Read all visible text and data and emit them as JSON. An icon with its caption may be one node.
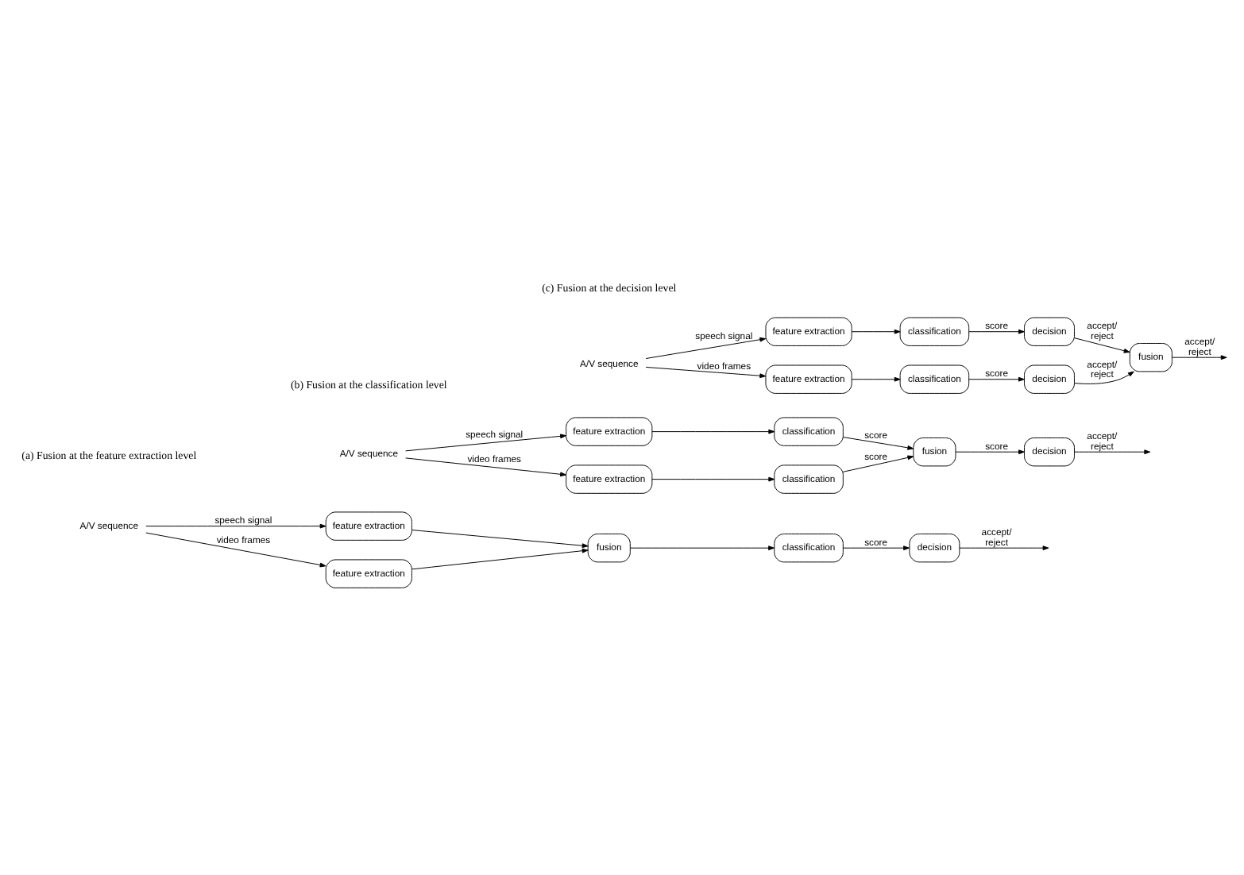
{
  "diagram": {
    "nodes": [
      {
        "text": [
          "A/V sequence"
        ]
      },
      {
        "text": [
          "feature extraction"
        ]
      },
      {
        "text": [
          "feature extraction"
        ]
      },
      {
        "text": [
          "fusion"
        ]
      },
      {
        "text": [
          "classification"
        ]
      },
      {
        "text": [
          "decision"
        ]
      },
      {
        "text": [
          "A/V sequence"
        ]
      },
      {
        "text": [
          "feature extraction"
        ]
      },
      {
        "text": [
          "feature extraction"
        ]
      },
      {
        "text": [
          "classification"
        ]
      },
      {
        "text": [
          "classification"
        ]
      },
      {
        "text": [
          "fusion"
        ]
      },
      {
        "text": [
          "decision"
        ]
      },
      {
        "text": [
          "A/V sequence"
        ]
      },
      {
        "text": [
          "feature extraction"
        ]
      },
      {
        "text": [
          "feature extraction"
        ]
      },
      {
        "text": [
          "classification"
        ]
      },
      {
        "text": [
          "classification"
        ]
      },
      {
        "text": [
          "decision"
        ]
      },
      {
        "text": [
          "decision"
        ]
      },
      {
        "text": [
          "fusion"
        ]
      }
    ],
    "edges": [
      {
        "from": 0,
        "to": 1,
        "arrow": "to",
        "label": "video frames"
      },
      {
        "from": 0,
        "to": 2,
        "arrow": "to",
        "label": "speech signal"
      },
      {
        "from": 1,
        "to": 3,
        "arrow": "to"
      },
      {
        "from": 2,
        "to": 3,
        "arrow": "to"
      },
      {
        "from": 3,
        "to": 4,
        "arrow": "to"
      },
      {
        "from": 4,
        "to": 5,
        "arrow": "to",
        "label": "score"
      },
      {
        "from": 5,
        "to": null,
        "arrow": "to",
        "label": "accept/ reject"
      },
      {
        "from": 6,
        "to": 7,
        "arrow": "to",
        "label": "video frames"
      },
      {
        "from": 6,
        "to": 8,
        "arrow": "to",
        "label": "speech signal"
      },
      {
        "from": 7,
        "to": 9,
        "arrow": "to"
      },
      {
        "from": 8,
        "to": 10,
        "arrow": "to"
      },
      {
        "from": 9,
        "to": 11,
        "arrow": "to",
        "label": "score"
      },
      {
        "from": 10,
        "to": 11,
        "arrow": "to",
        "label": "score"
      },
      {
        "from": 11,
        "to": 12,
        "arrow": "to",
        "label": "score"
      },
      {
        "from": 12,
        "to": null,
        "arrow": "to",
        "label": "accept/ reject"
      },
      {
        "from": 13,
        "to": 14,
        "arrow": "to",
        "label": "video frames"
      },
      {
        "from": 13,
        "to": 15,
        "arrow": "to",
        "label": "speech signal"
      },
      {
        "from": 14,
        "to": 16,
        "arrow": "to"
      },
      {
        "from": 15,
        "to": 17,
        "arrow": "to"
      },
      {
        "from": 16,
        "to": 18,
        "arrow": "to",
        "label": "score"
      },
      {
        "from": 17,
        "to": 19,
        "arrow": "to",
        "label": "score"
      },
      {
        "from": 18,
        "to": 20,
        "arrow": "to",
        "label": "accept/ reject"
      },
      {
        "from": 19,
        "to": 20,
        "arrow": "to",
        "label": "accept/ reject"
      },
      {
        "from": 20,
        "to": null,
        "arrow": "to",
        "label": "accept/ reject"
      }
    ],
    "labels": [
      "(a) Fusion at the feature extraction level",
      "(b) Fusion at the classification level",
      "(c) Fusion at the decision level"
    ]
  }
}
